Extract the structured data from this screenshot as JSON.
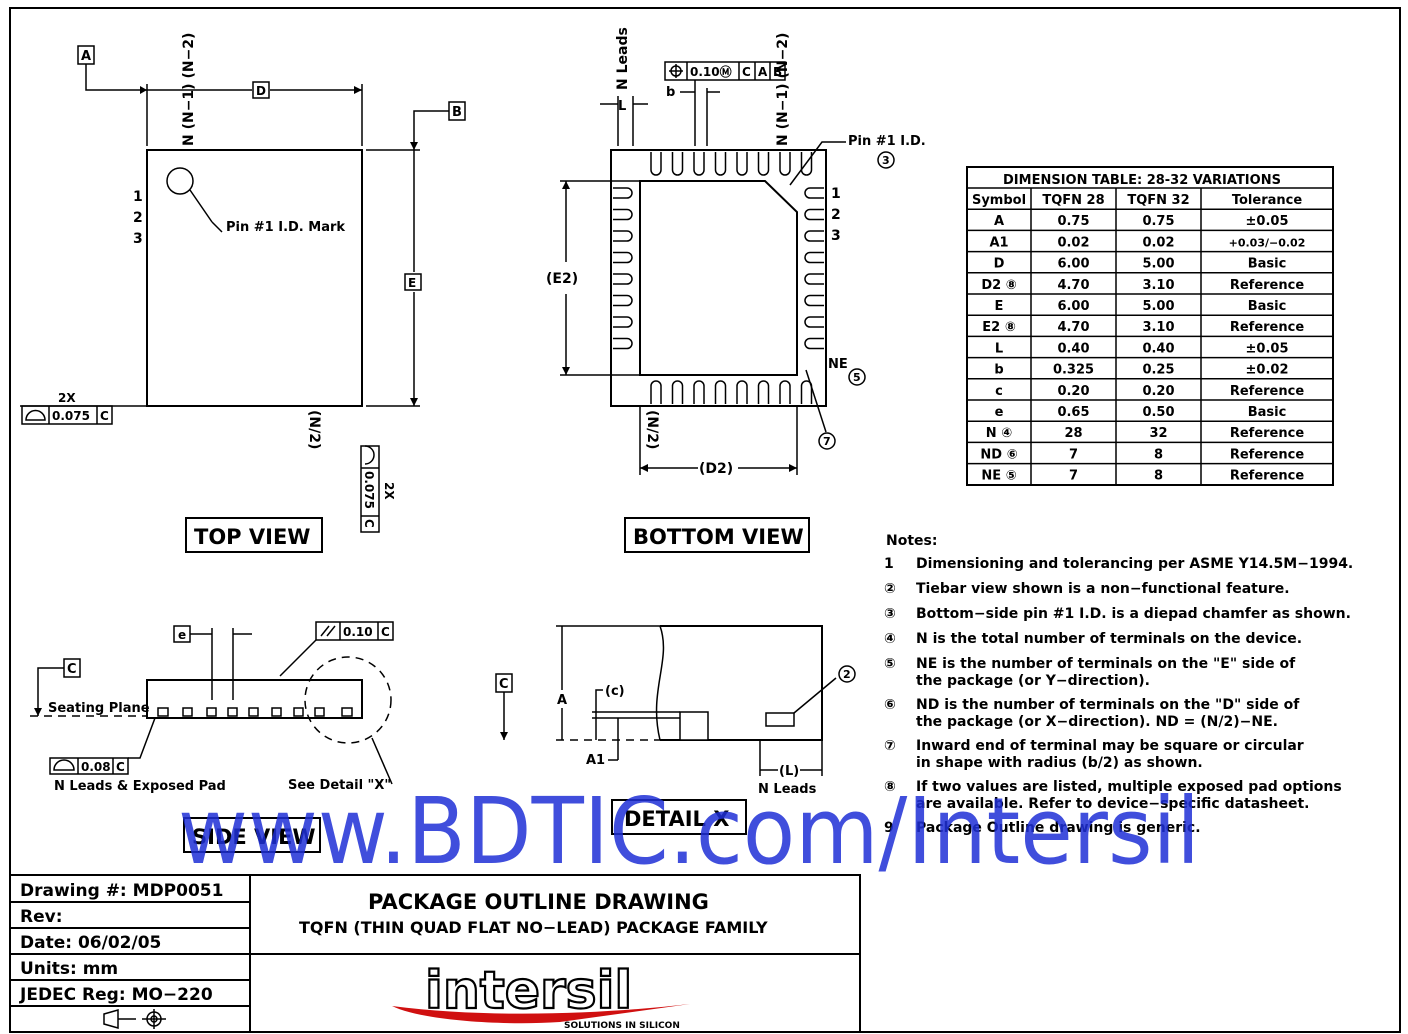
{
  "labels": {
    "datum_a": "A",
    "datum_b": "B",
    "datum_c": "C",
    "dim_d": "D",
    "dim_e": "E",
    "dim_l": "L",
    "dim_b": "b",
    "dim_e_pitch": "e",
    "dim_e2": "(E2)",
    "dim_d2": "(D2)",
    "dim_a": "A",
    "dim_a1": "A1",
    "dim_c": "(c)",
    "dim_l_paren": "(L)",
    "n_half": "(N/2)",
    "n_top": "N (N−1) (N−2)",
    "n_leads_vertical": "N Leads",
    "pin1_id_mark": "Pin #1 I.D. Mark",
    "pin1_id": "Pin #1 I.D.",
    "ne": "NE",
    "pin_1": "1",
    "pin_2": "2",
    "pin_3": "3",
    "fcf_position": "0.10Ⓜ",
    "fcf_c": "C",
    "fcf_a": "A",
    "fcf_b": "B",
    "two_x": "2X",
    "flatness_075": "0.075",
    "parallel_010": "0.10",
    "coplanar_008": "0.08",
    "seating_plane": "Seating Plane",
    "n_leads_exposed_pad": "N Leads & Exposed Pad",
    "see_detail_x": "See Detail \"X\"",
    "n_leads": "N Leads",
    "note_num_2": "2",
    "note_num_3": "3",
    "note_num_5": "5",
    "note_num_7": "7"
  },
  "views": {
    "top": "TOP VIEW",
    "bottom": "BOTTOM VIEW",
    "side": "SIDE VIEW",
    "detail": "DETAIL X"
  },
  "dimension_table": {
    "title": "DIMENSION TABLE: 28-32 VARIATIONS",
    "headers": [
      "Symbol",
      "TQFN 28",
      "TQFN 32",
      "Tolerance"
    ],
    "rows": [
      [
        "A",
        "0.75",
        "0.75",
        "±0.05"
      ],
      [
        "A1",
        "0.02",
        "0.02",
        "+0.03/−0.02"
      ],
      [
        "D",
        "6.00",
        "5.00",
        "Basic"
      ],
      [
        "D2 ⑧",
        "4.70",
        "3.10",
        "Reference"
      ],
      [
        "E",
        "6.00",
        "5.00",
        "Basic"
      ],
      [
        "E2 ⑧",
        "4.70",
        "3.10",
        "Reference"
      ],
      [
        "L",
        "0.40",
        "0.40",
        "±0.05"
      ],
      [
        "b",
        "0.325",
        "0.25",
        "±0.02"
      ],
      [
        "c",
        "0.20",
        "0.20",
        "Reference"
      ],
      [
        "e",
        "0.65",
        "0.50",
        "Basic"
      ],
      [
        "N ④",
        "28",
        "32",
        "Reference"
      ],
      [
        "ND ⑥",
        "7",
        "8",
        "Reference"
      ],
      [
        "NE ⑤",
        "7",
        "8",
        "Reference"
      ]
    ]
  },
  "notes": {
    "heading": "Notes:",
    "items": [
      {
        "num": "1",
        "lines": [
          "Dimensioning and tolerancing per ASME Y14.5M−1994."
        ]
      },
      {
        "num": "②",
        "lines": [
          "Tiebar view shown is a non−functional feature."
        ]
      },
      {
        "num": "③",
        "lines": [
          "Bottom−side pin #1 I.D. is a diepad chamfer as shown."
        ]
      },
      {
        "num": "④",
        "lines": [
          "N is the total number of terminals on the device."
        ]
      },
      {
        "num": "⑤",
        "lines": [
          "NE is the number of terminals on the \"E\" side of",
          " the package (or Y−direction)."
        ]
      },
      {
        "num": "⑥",
        "lines": [
          "ND is the number of terminals on the \"D\" side of",
          " the package (or X−direction).  ND = (N/2)−NE."
        ]
      },
      {
        "num": "⑦",
        "lines": [
          "Inward end of terminal may be square or circular",
          " in shape with radius (b/2) as shown."
        ]
      },
      {
        "num": "⑧",
        "lines": [
          "If two values are listed, multiple exposed pad options",
          " are available.  Refer to device−specific datasheet."
        ]
      },
      {
        "num": "9",
        "lines": [
          "Package Outline drawing is generic."
        ]
      }
    ]
  },
  "title_block": {
    "drawing": "Drawing #: MDP0051",
    "rev": "Rev:",
    "date": "Date: 06/02/05",
    "units": "Units: mm",
    "jedec": "JEDEC Reg: MO−220",
    "title": "PACKAGE OUTLINE DRAWING",
    "subtitle": "TQFN (THIN QUAD FLAT NO−LEAD) PACKAGE FAMILY",
    "logo": "intersil",
    "tagline": "SOLUTIONS IN SILICON"
  },
  "watermark": "www.BDTIC.com/Intersil"
}
